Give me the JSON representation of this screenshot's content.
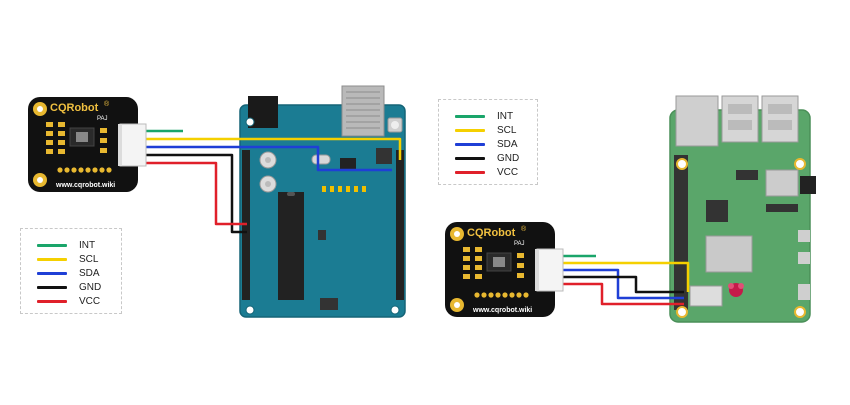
{
  "legend": {
    "items": [
      {
        "label": "INT",
        "color": "#1aa56a"
      },
      {
        "label": "SCL",
        "color": "#f5d000"
      },
      {
        "label": "SDA",
        "color": "#1f3fd6"
      },
      {
        "label": "GND",
        "color": "#111111"
      },
      {
        "label": "VCC",
        "color": "#e0202a"
      }
    ]
  },
  "sensor": {
    "brand": "CQRobot",
    "trademark": "®",
    "chip_label": "PAJ",
    "website": "www.cqrobot.wiki"
  },
  "colors": {
    "module_board": "#111111",
    "gold_pad": "#e8b830",
    "arduino_board": "#1b7c93",
    "raspberry_board": "#5aa66a"
  },
  "icons": [
    "arduino-uno-board",
    "raspberry-pi-board",
    "gesture-sensor-module"
  ]
}
